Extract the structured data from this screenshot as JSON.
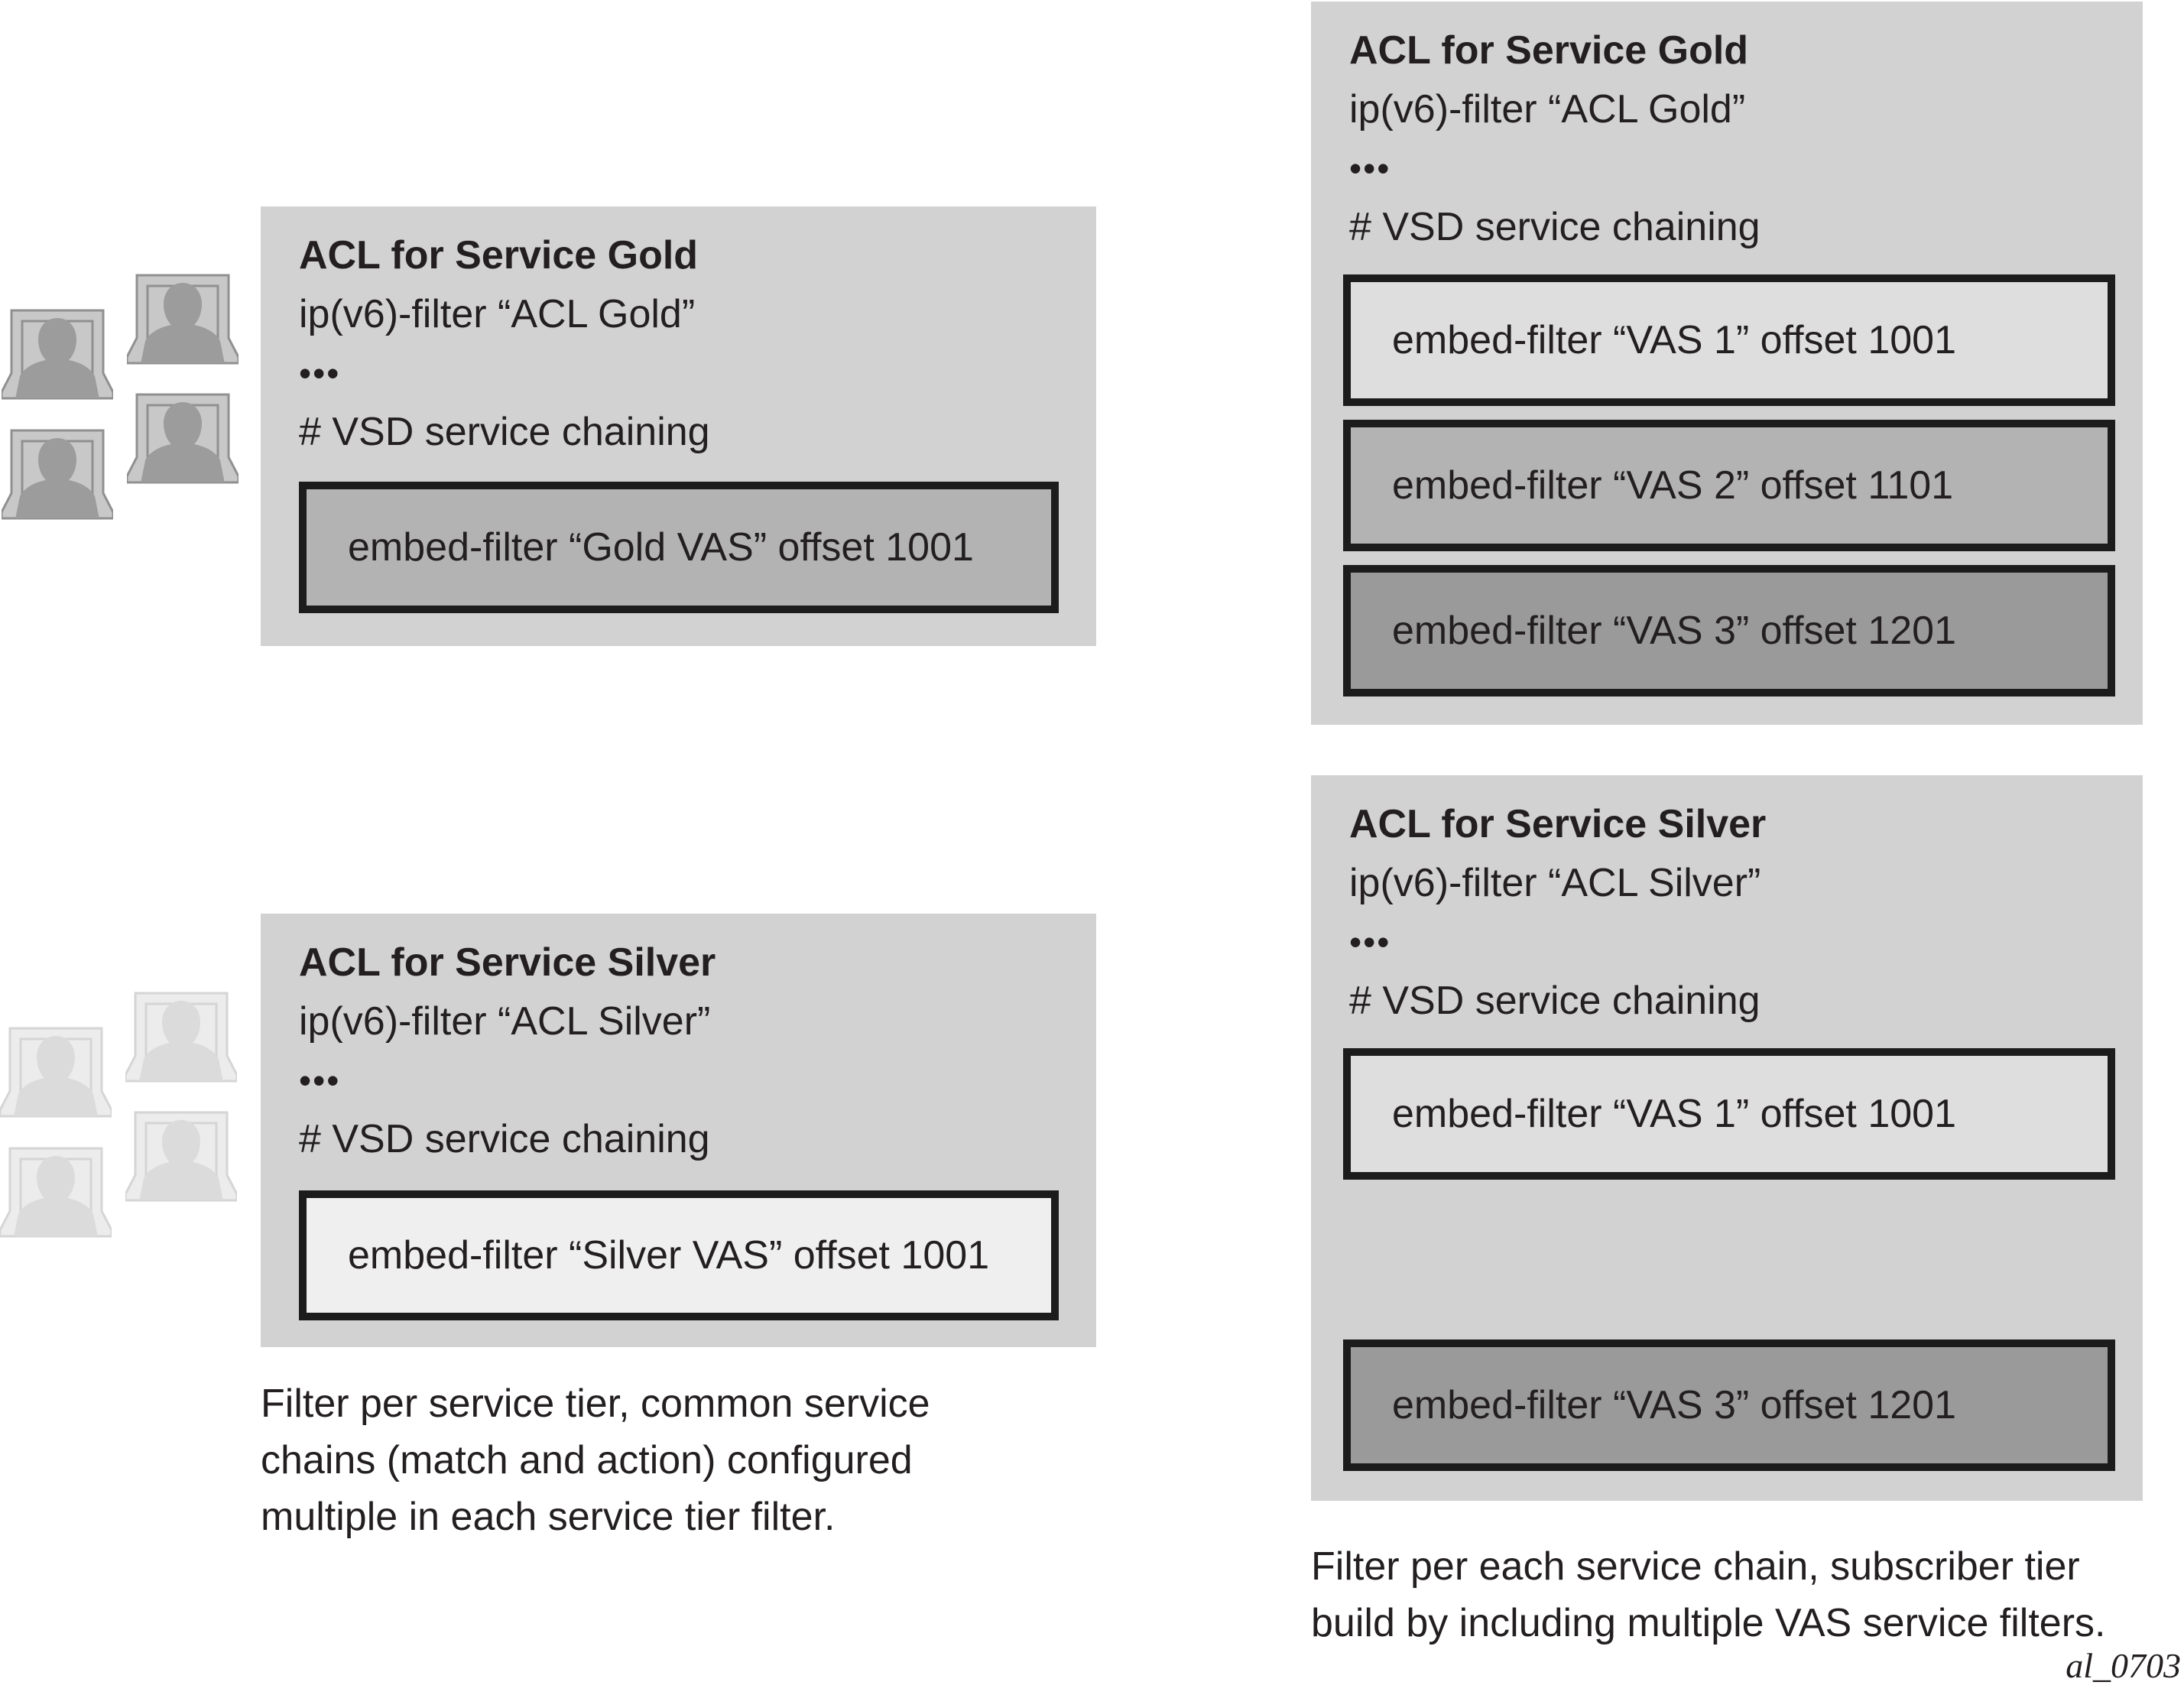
{
  "panels": {
    "gold_simple": {
      "title": "ACL for Service Gold",
      "filter_line": "ip(v6)-filter “ACL Gold”",
      "ellipsis": "•••",
      "comment": "# VSD service chaining",
      "embeds": [
        {
          "label": "embed-filter “Gold VAS” offset 1001",
          "tone": "medium"
        }
      ]
    },
    "gold_multi": {
      "title": "ACL for Service Gold",
      "filter_line": "ip(v6)-filter “ACL Gold”",
      "ellipsis": "•••",
      "comment": "# VSD service chaining",
      "embeds": [
        {
          "label": "embed-filter “VAS 1” offset 1001",
          "tone": "light"
        },
        {
          "label": "embed-filter “VAS 2” offset 1101",
          "tone": "medium"
        },
        {
          "label": "embed-filter “VAS 3” offset 1201",
          "tone": "dark"
        }
      ]
    },
    "silver_simple": {
      "title": "ACL for Service Silver",
      "filter_line": "ip(v6)-filter “ACL Silver”",
      "ellipsis": "•••",
      "comment": "# VSD service chaining",
      "embeds": [
        {
          "label": "embed-filter “Silver VAS” offset 1001",
          "tone": "lightest"
        }
      ]
    },
    "silver_multi": {
      "title": "ACL for Service Silver",
      "filter_line": "ip(v6)-filter “ACL Silver”",
      "ellipsis": "•••",
      "comment": "# VSD service chaining",
      "embeds": [
        {
          "label": "embed-filter “VAS 1” offset 1001",
          "tone": "light"
        },
        {
          "label": "embed-filter “VAS 3” offset 1201",
          "tone": "dark"
        }
      ]
    }
  },
  "captions": {
    "left_lines": [
      "Filter per service tier, common service",
      "chains (match and action) configured",
      "multiple in each service tier filter."
    ],
    "right_lines": [
      "Filter per each service chain, subscriber tier",
      "build by including multiple VAS service filters."
    ]
  },
  "figure_label": "al_0703",
  "icons": {
    "subscriber": "user-at-terminal-icon"
  },
  "colors": {
    "panel_bg": "#d2d2d2",
    "embed_border": "#1c1c1c",
    "embed_light": "#dedede",
    "embed_medium": "#b3b3b3",
    "embed_dark": "#9a9a9a",
    "embed_lightest": "#efefef",
    "text": "#231f20",
    "gold_icon": "#9c9c9c",
    "silver_icon": "#dbdbdb"
  }
}
